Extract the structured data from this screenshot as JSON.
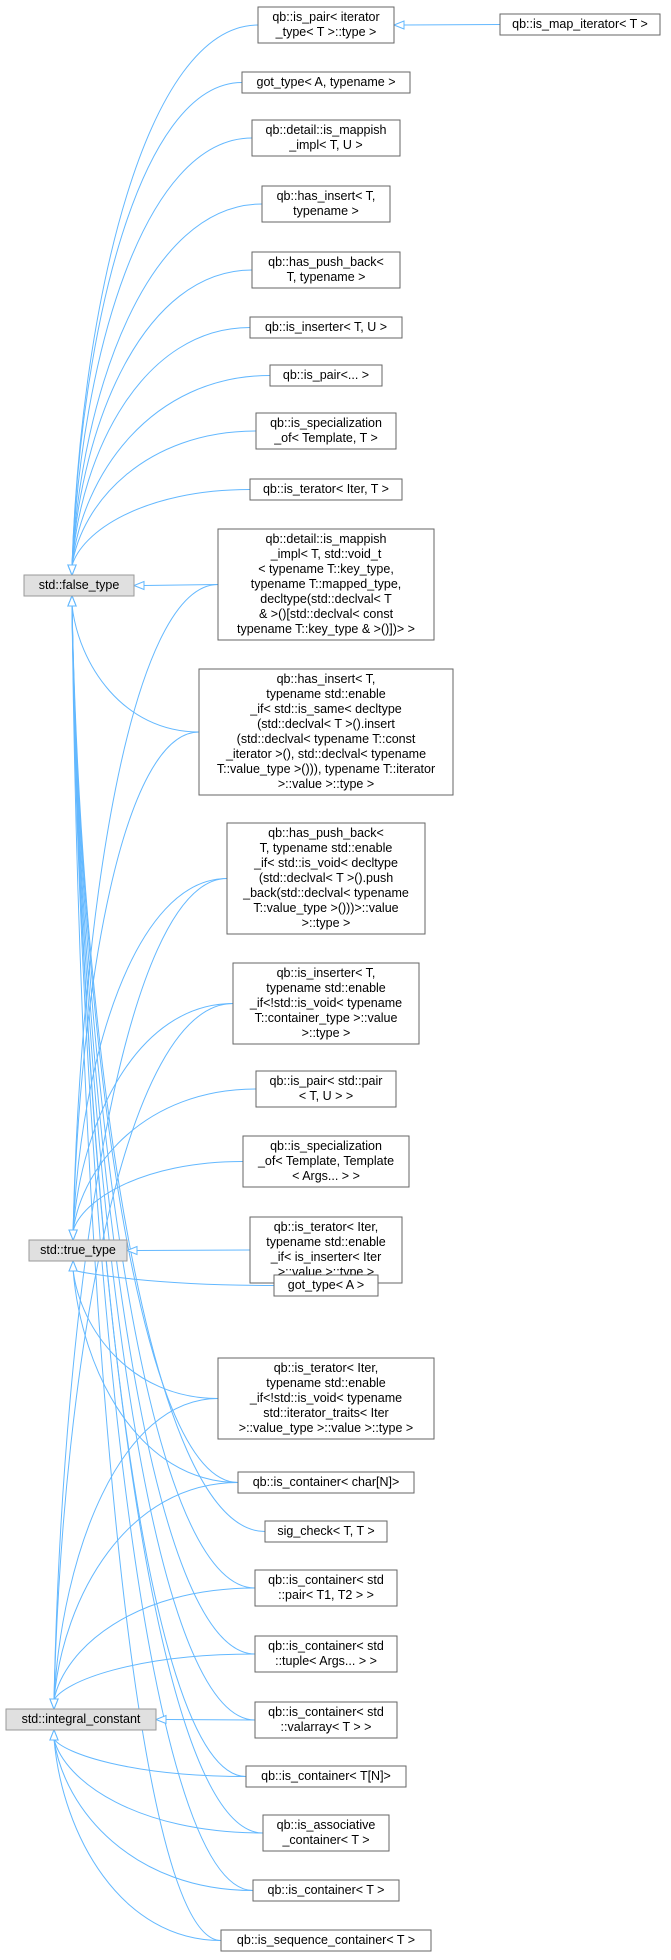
{
  "nodes": {
    "false_type": [
      "std::false_type"
    ],
    "true_type": [
      "std::true_type"
    ],
    "integral_constant": [
      "std::integral_constant"
    ],
    "is_pair_iter": [
      "qb::is_pair< iterator",
      "_type< T >::type >"
    ],
    "is_map_iterator": [
      "qb::is_map_iterator< T >"
    ],
    "got_type_A_typename": [
      "got_type< A, typename >"
    ],
    "is_mappish_impl_TU": [
      "qb::detail::is_mappish",
      "_impl< T, U >"
    ],
    "has_insert_T_typename": [
      "qb::has_insert< T,",
      "typename >"
    ],
    "has_push_back_T_typename": [
      "qb::has_push_back<",
      "T, typename >"
    ],
    "is_inserter_TU": [
      "qb::is_inserter< T, U >"
    ],
    "is_pair_variadic": [
      "qb::is_pair<... >"
    ],
    "is_specialization_of_TT": [
      "qb::is_specialization",
      "_of< Template, T >"
    ],
    "is_terator_IterT": [
      "qb::is_terator< Iter, T >"
    ],
    "is_mappish_impl_void": [
      "qb::detail::is_mappish",
      "_impl< T, std::void_t",
      "< typename T::key_type,",
      "typename T::mapped_type,",
      "decltype(std::declval< T",
      "& >()[std::declval< const",
      "typename T::key_type & >()])> >"
    ],
    "has_insert_enable": [
      "qb::has_insert< T,",
      "typename std::enable",
      "_if< std::is_same< decltype",
      "(std::declval< T >().insert",
      "(std::declval< typename T::const",
      "_iterator >(), std::declval< typename",
      "T::value_type >())), typename T::iterator",
      ">::value >::type >"
    ],
    "has_push_back_enable": [
      "qb::has_push_back<",
      "T, typename std::enable",
      "_if< std::is_void< decltype",
      "(std::declval< T >().push",
      "_back(std::declval< typename",
      "T::value_type >()))>::value",
      ">::type >"
    ],
    "is_inserter_enable": [
      "qb::is_inserter< T,",
      "typename std::enable",
      "_if<!std::is_void< typename",
      "T::container_type >::value",
      ">::type >"
    ],
    "is_pair_std_pair": [
      "qb::is_pair< std::pair",
      "< T, U > >"
    ],
    "is_specialization_of_args": [
      "qb::is_specialization",
      "_of< Template, Template",
      "< Args... > >"
    ],
    "is_terator_enable_inserter": [
      "qb::is_terator< Iter,",
      "typename std::enable",
      "_if< is_inserter< Iter",
      ">::value >::type >"
    ],
    "got_type_A": [
      "got_type< A >"
    ],
    "is_terator_enable_traits": [
      "qb::is_terator< Iter,",
      "typename std::enable",
      "_if<!std::is_void< typename",
      "std::iterator_traits< Iter",
      ">::value_type >::value >::type >"
    ],
    "is_container_char": [
      "qb::is_container< char[N]>"
    ],
    "sig_check": [
      "sig_check< T, T >"
    ],
    "is_container_pair": [
      "qb::is_container< std",
      "::pair< T1, T2 > >"
    ],
    "is_container_tuple": [
      "qb::is_container< std",
      "::tuple< Args... > >"
    ],
    "is_container_valarray": [
      "qb::is_container< std",
      "::valarray< T > >"
    ],
    "is_container_TN": [
      "qb::is_container< T[N]>"
    ],
    "is_associative_container": [
      "qb::is_associative",
      "_container< T >"
    ],
    "is_container_T": [
      "qb::is_container< T >"
    ],
    "is_sequence_container": [
      "qb::is_sequence_container< T >"
    ]
  },
  "edges": [
    [
      "is_pair_iter",
      "false_type"
    ],
    [
      "got_type_A_typename",
      "false_type"
    ],
    [
      "is_mappish_impl_TU",
      "false_type"
    ],
    [
      "has_insert_T_typename",
      "false_type"
    ],
    [
      "has_push_back_T_typename",
      "false_type"
    ],
    [
      "is_inserter_TU",
      "false_type"
    ],
    [
      "is_pair_variadic",
      "false_type"
    ],
    [
      "is_specialization_of_TT",
      "false_type"
    ],
    [
      "is_terator_IterT",
      "false_type"
    ],
    [
      "is_mappish_impl_void",
      "false_type"
    ],
    [
      "is_container_T",
      "false_type"
    ],
    [
      "is_container_char",
      "false_type"
    ],
    [
      "sig_check",
      "false_type"
    ],
    [
      "is_container_pair",
      "false_type"
    ],
    [
      "is_container_tuple",
      "false_type"
    ],
    [
      "is_container_valarray",
      "false_type"
    ],
    [
      "is_container_TN",
      "false_type"
    ],
    [
      "is_associative_container",
      "false_type"
    ],
    [
      "is_sequence_container",
      "false_type"
    ],
    [
      "has_insert_enable",
      "false_type"
    ],
    [
      "is_map_iterator",
      "is_pair_iter"
    ],
    [
      "has_insert_enable",
      "true_type"
    ],
    [
      "has_push_back_enable",
      "true_type"
    ],
    [
      "is_inserter_enable",
      "true_type"
    ],
    [
      "is_pair_std_pair",
      "true_type"
    ],
    [
      "is_specialization_of_args",
      "true_type"
    ],
    [
      "is_terator_enable_inserter",
      "true_type"
    ],
    [
      "got_type_A",
      "true_type"
    ],
    [
      "is_terator_enable_traits",
      "true_type"
    ],
    [
      "is_container_char",
      "true_type"
    ],
    [
      "is_mappish_impl_void",
      "true_type"
    ],
    [
      "is_container_pair",
      "integral_constant"
    ],
    [
      "is_container_tuple",
      "integral_constant"
    ],
    [
      "is_container_valarray",
      "integral_constant"
    ],
    [
      "is_container_TN",
      "integral_constant"
    ],
    [
      "is_associative_container",
      "integral_constant"
    ],
    [
      "is_container_T",
      "integral_constant"
    ],
    [
      "is_sequence_container",
      "integral_constant"
    ],
    [
      "is_container_char",
      "integral_constant"
    ],
    [
      "is_terator_enable_traits",
      "integral_constant"
    ],
    [
      "has_push_back_enable",
      "integral_constant"
    ],
    [
      "is_inserter_enable",
      "integral_constant"
    ]
  ],
  "colors": {
    "edge": "#63b8ff",
    "base_fill": "#e0e0e0",
    "node_border": "#666666"
  }
}
